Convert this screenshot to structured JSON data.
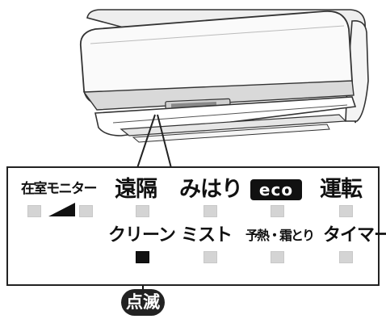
{
  "panel": {
    "labels": {
      "presence_monitor": "在室モニター",
      "remote": "遠隔",
      "watch": "みはり",
      "eco": "eco",
      "operation": "運転",
      "clean": "クリーン",
      "mist": "ミスト",
      "preheat_defrost": "予熱・霜とり",
      "timer": "タイマー"
    },
    "clean_indicator_state": "点滅"
  },
  "colors": {
    "led_off": "#d4d4d4",
    "led_on": "#111111",
    "outline": "#222222"
  }
}
